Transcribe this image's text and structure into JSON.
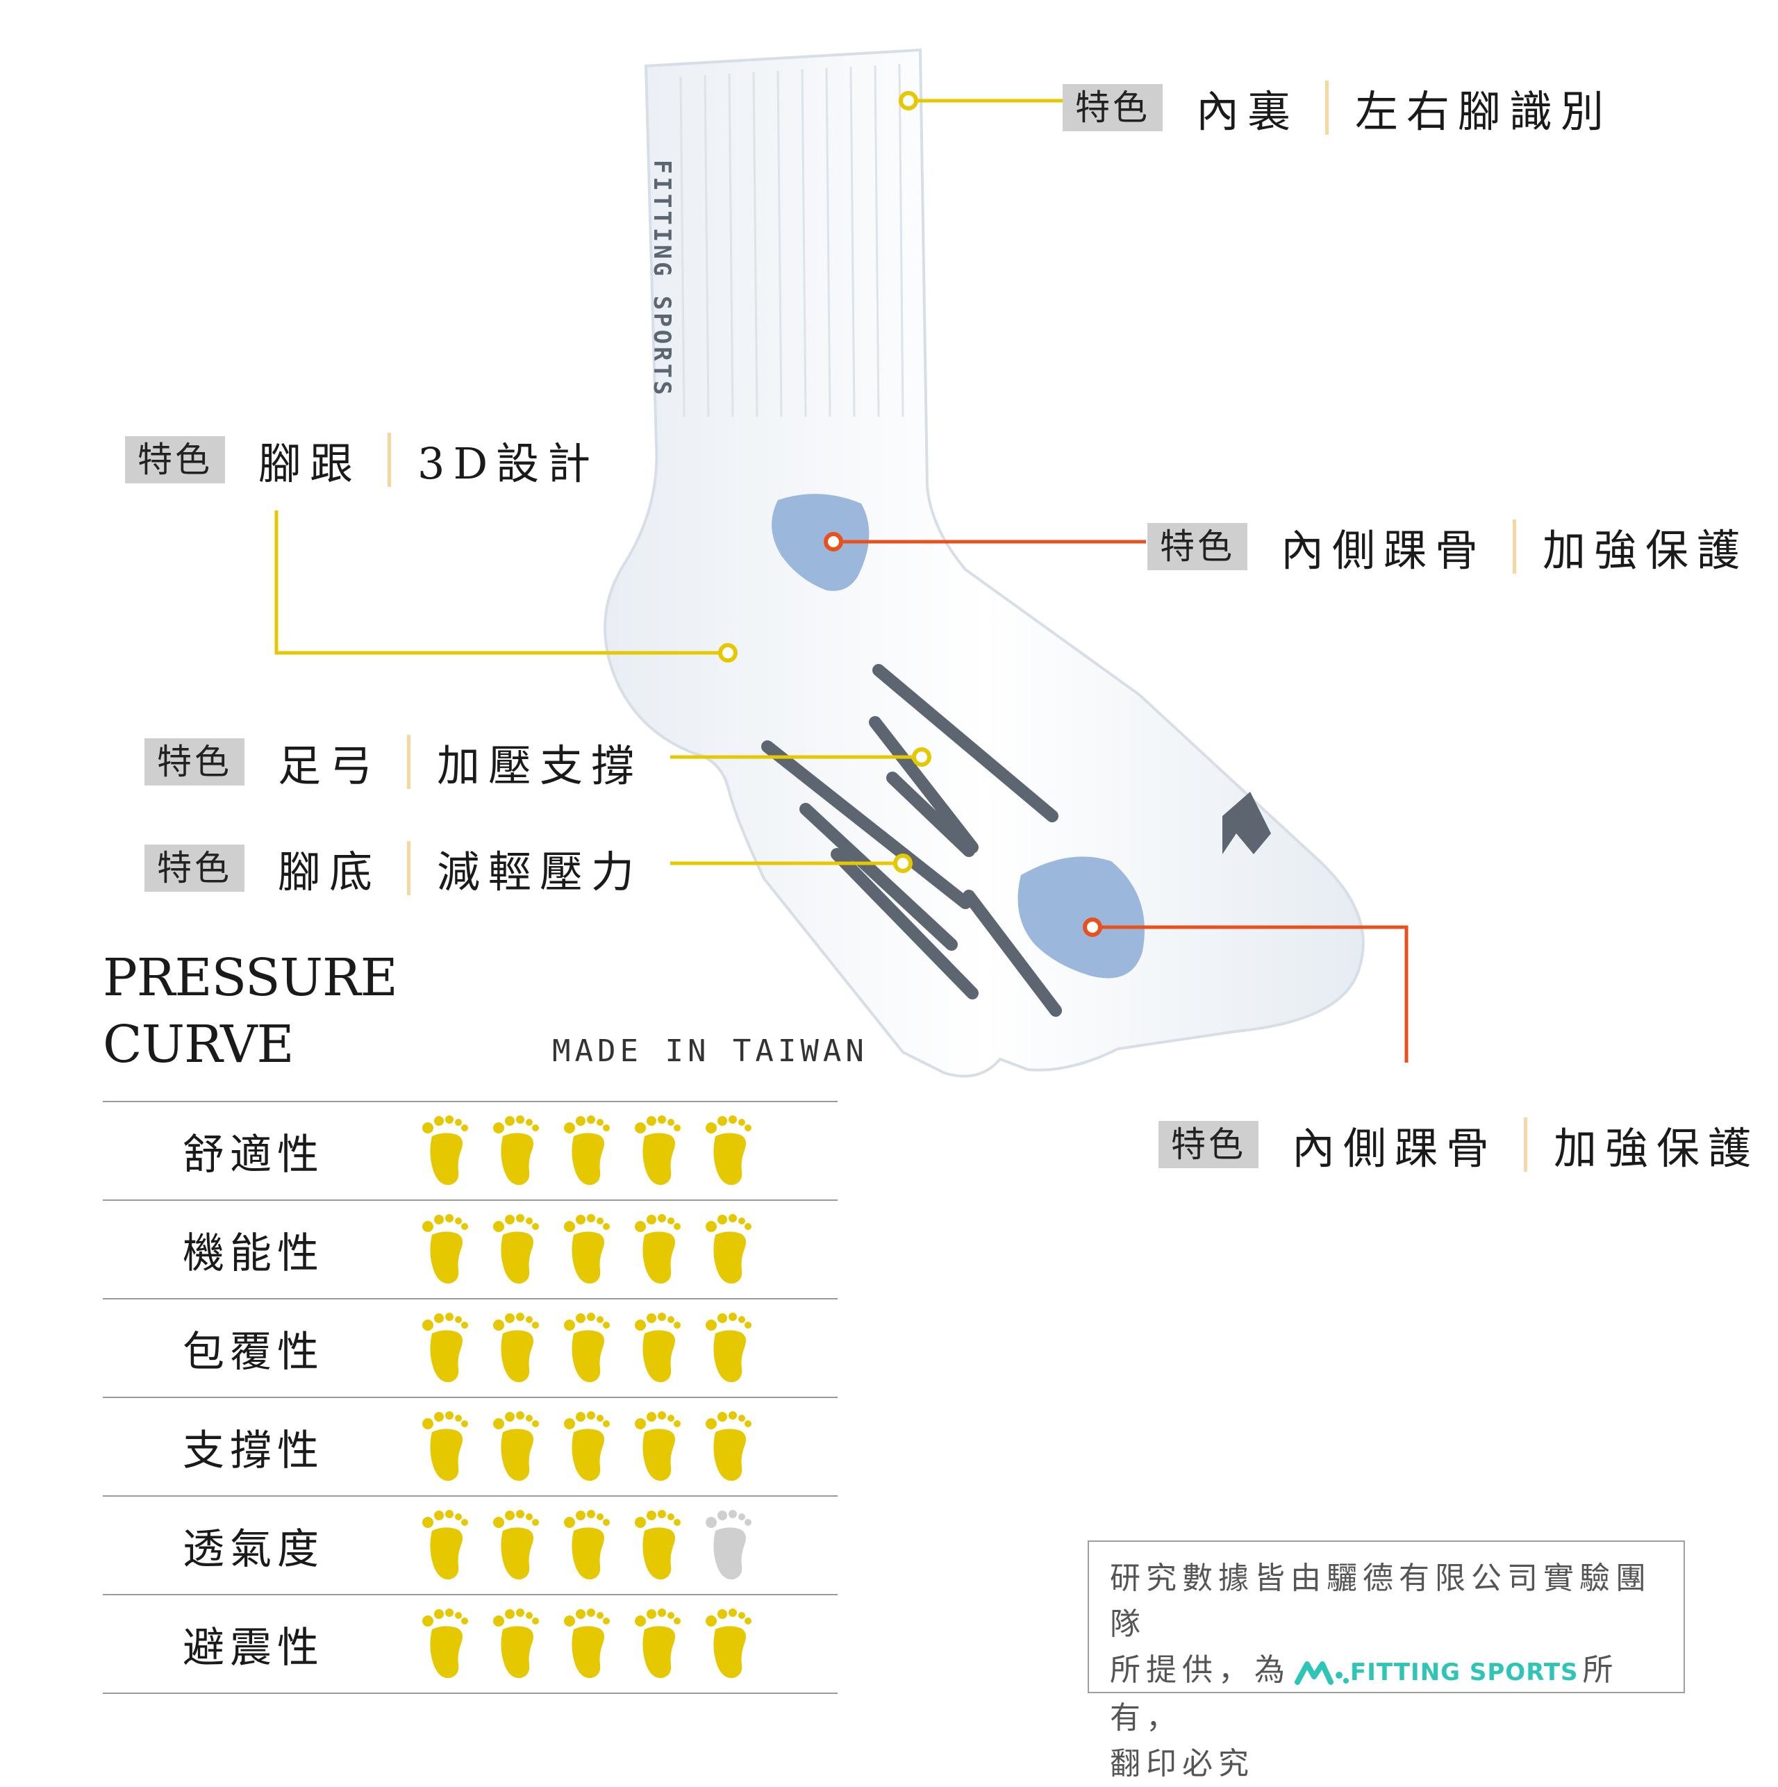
{
  "colors": {
    "accent_yellow": "#e6c800",
    "accent_orange": "#e8511d",
    "foot_active": "#e6c800",
    "foot_inactive": "#cfcfcf",
    "sock_blue": "#9bb7dc",
    "sock_stripe": "#5d6670",
    "logo_teal": "#2ec4b6"
  },
  "features": [
    {
      "tag": "特色",
      "part": "內裏",
      "desc": "左右腳識別",
      "line_color": "accent_yellow"
    },
    {
      "tag": "特色",
      "part": "腳跟",
      "desc": "3D設計",
      "line_color": "accent_yellow"
    },
    {
      "tag": "特色",
      "part": "內側踝骨",
      "desc": "加強保護",
      "line_color": "accent_orange"
    },
    {
      "tag": "特色",
      "part": "足弓",
      "desc": "加壓支撐",
      "line_color": "accent_yellow"
    },
    {
      "tag": "特色",
      "part": "腳底",
      "desc": "減輕壓力",
      "line_color": "accent_yellow"
    },
    {
      "tag": "特色",
      "part": "內側踝骨",
      "desc": "加強保護",
      "line_color": "accent_orange"
    }
  ],
  "pressure": {
    "title_line1": "PRESSURE",
    "title_line2": "CURVE",
    "made_in": "MADE IN TAIWAN",
    "ratings": [
      {
        "label": "舒適性",
        "score": 5,
        "max": 5
      },
      {
        "label": "機能性",
        "score": 5,
        "max": 5
      },
      {
        "label": "包覆性",
        "score": 5,
        "max": 5
      },
      {
        "label": "支撐性",
        "score": 5,
        "max": 5
      },
      {
        "label": "透氣度",
        "score": 4,
        "max": 5
      },
      {
        "label": "避震性",
        "score": 5,
        "max": 5
      }
    ]
  },
  "note": {
    "line1": "研究數據皆由驪德有限公司實驗團隊",
    "line2_pre": "所提供，為",
    "logo_text": "FITTING SPORTS",
    "line2_post": "所有，",
    "line3": "翻印必究"
  },
  "sock": {
    "brand_text": "FITTING SPORTS",
    "icon": "sock-illustration"
  }
}
